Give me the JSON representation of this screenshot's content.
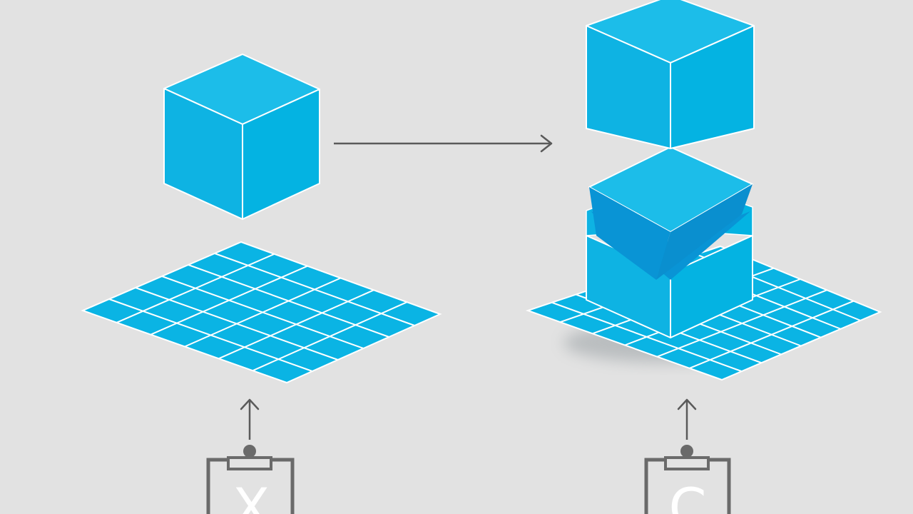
{
  "colors": {
    "background": "#e2e2e2",
    "cube_top": "#1cbde9",
    "cube_left": "#0eb3e3",
    "cube_right": "#04b3e2",
    "cube_top_dark": "#0994d5",
    "grid_fill": "#0ab4e4",
    "grid_line": "#ffffff",
    "arrow": "#5a5a5a",
    "clipboard_stroke": "#6a6a6a",
    "clipboard_letter": "#ffffff"
  },
  "grid": {
    "rows": 6,
    "cols": 6
  },
  "stacked_grid": {
    "rows": 6,
    "cols": 8
  },
  "clipboards": {
    "left": {
      "letter": "X"
    },
    "right": {
      "letter": "C"
    }
  },
  "icons": {
    "arrow": "arrow-right-icon",
    "up_arrow": "arrow-up-icon",
    "clipboard": "clipboard-icon"
  }
}
